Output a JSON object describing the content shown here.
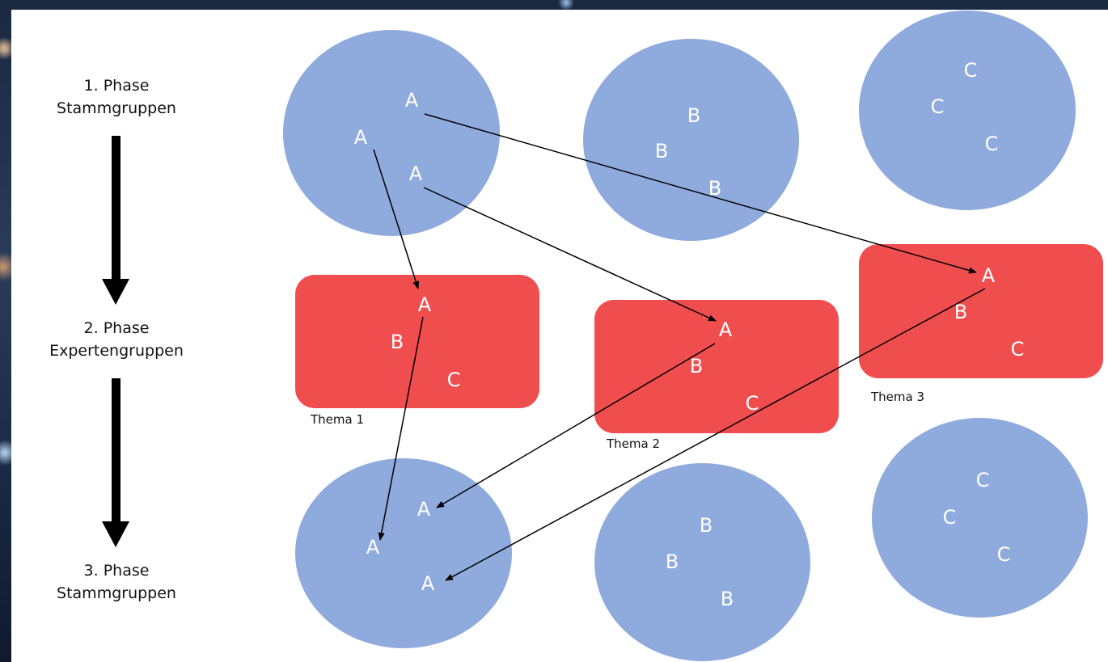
{
  "phases": [
    {
      "line1": "1. Phase",
      "line2": "Stammgruppen"
    },
    {
      "line1": "2. Phase",
      "line2": "Expertengruppen"
    },
    {
      "line1": "3. Phase",
      "line2": "Stammgruppen"
    }
  ],
  "home_groups_top": [
    {
      "letters": [
        "A",
        "A",
        "A"
      ]
    },
    {
      "letters": [
        "B",
        "B",
        "B"
      ]
    },
    {
      "letters": [
        "C",
        "C",
        "C"
      ]
    }
  ],
  "expert_groups": [
    {
      "label": "Thema 1",
      "letters": [
        "A",
        "B",
        "C"
      ]
    },
    {
      "label": "Thema 2",
      "letters": [
        "A",
        "B",
        "C"
      ]
    },
    {
      "label": "Thema 3",
      "letters": [
        "A",
        "B",
        "C"
      ]
    }
  ],
  "home_groups_bottom": [
    {
      "letters": [
        "A",
        "A",
        "A"
      ]
    },
    {
      "letters": [
        "B",
        "B",
        "B"
      ]
    },
    {
      "letters": [
        "C",
        "C",
        "C"
      ]
    }
  ],
  "colors": {
    "group": "#8faadc",
    "expert": "#f04e4e",
    "letter": "#ffffff",
    "arrow": "#000000"
  }
}
